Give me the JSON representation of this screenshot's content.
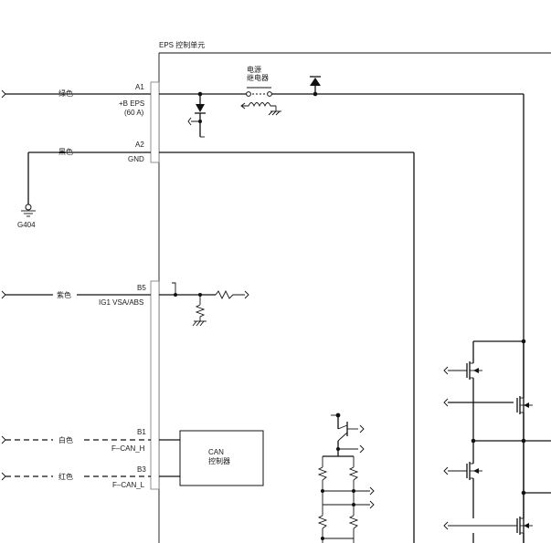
{
  "unit": {
    "title": "EPS 控制单元"
  },
  "wires": {
    "w1": {
      "color": "绿色",
      "pin": "A1",
      "signal_line1": "+B EPS",
      "signal_line2": "(60 A)"
    },
    "w2": {
      "color": "黑色",
      "pin": "A2",
      "signal": "GND"
    },
    "w3": {
      "color": "紫色",
      "pin": "B5",
      "signal": "IG1 VSA/ABS"
    },
    "w4": {
      "color": "白色",
      "pin": "B1",
      "signal": "F–CAN_H"
    },
    "w5": {
      "color": "红色",
      "pin": "B3",
      "signal": "F–CAN_L"
    }
  },
  "ground": {
    "label": "G404"
  },
  "relay": {
    "line1": "电源",
    "line2": "继电器"
  },
  "can_block": {
    "line1": "CAN",
    "line2": "控制器"
  },
  "icons": {
    "arrow": "chevron-right-icon",
    "diode": "diode-icon",
    "ground": "ground-icon",
    "relay": "relay-coil-icon",
    "resistor": "resistor-icon",
    "mosfet": "mosfet-icon",
    "transistor": "transistor-icon"
  }
}
